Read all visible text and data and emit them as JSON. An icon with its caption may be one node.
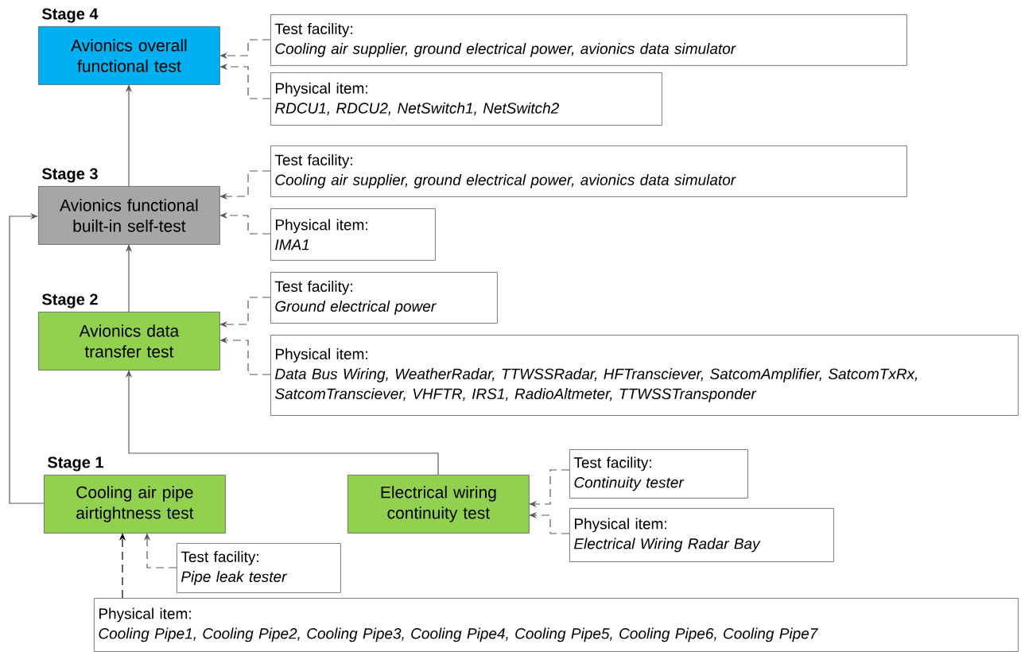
{
  "diagram": {
    "nodes": [
      {
        "text": [
          "Stage 4",
          "Avionics overall functional test"
        ]
      },
      {
        "text": [
          "Test facility:",
          "Cooling air supplier, ground electrical power, avionics data simulator"
        ]
      },
      {
        "text": [
          "Physical item:",
          "RDCU1, RDCU2, NetSwitch1, NetSwitch2"
        ]
      },
      {
        "text": [
          "Stage 3",
          "Avionics functional built-in self-test"
        ]
      },
      {
        "text": [
          "Test facility:",
          "Cooling air supplier, ground electrical power, avionics data simulator"
        ]
      },
      {
        "text": [
          "Physical item:",
          "IMA1"
        ]
      },
      {
        "text": [
          "Stage 2",
          "Avionics data transfer test"
        ]
      },
      {
        "text": [
          "Test facility:",
          "Ground electrical power"
        ]
      },
      {
        "text": [
          "Physical item:",
          "Data Bus Wiring, WeatherRadar, TTWSSRadar, HFTransciever, SatcomAmplifier, SatcomTxRx, SatcomTransciever, VHFTR, IRS1, RadioAltmeter, TTWSSTransponder"
        ]
      },
      {
        "text": [
          "Stage 1",
          "Cooling air pipe airtightness test"
        ]
      },
      {
        "text": [
          "Electrical wiring continuity test"
        ]
      },
      {
        "text": [
          "Test facility:",
          "Continuity tester"
        ]
      },
      {
        "text": [
          "Physical item:",
          "Electrical Wiring Radar Bay"
        ]
      },
      {
        "text": [
          "Test facility:",
          "Pipe leak tester"
        ]
      },
      {
        "text": [
          "Physical item:",
          "Cooling Pipe1, Cooling Pipe2, Cooling Pipe3, Cooling Pipe4, Cooling Pipe5, Cooling Pipe6, Cooling Pipe7"
        ]
      }
    ],
    "edges": [
      {
        "from": 3,
        "to": 0,
        "arrow": "to"
      },
      {
        "from": 6,
        "to": 3,
        "arrow": "to"
      },
      {
        "from": 9,
        "to": 3,
        "arrow": "to"
      },
      {
        "from": 10,
        "to": 6,
        "arrow": "to"
      },
      {
        "from": 1,
        "to": 0,
        "arrow": "to",
        "style": "dashed"
      },
      {
        "from": 2,
        "to": 0,
        "arrow": "to",
        "style": "dashed"
      },
      {
        "from": 4,
        "to": 3,
        "arrow": "to",
        "style": "dashed"
      },
      {
        "from": 5,
        "to": 3,
        "arrow": "to",
        "style": "dashed"
      },
      {
        "from": 7,
        "to": 6,
        "arrow": "to",
        "style": "dashed"
      },
      {
        "from": 8,
        "to": 6,
        "arrow": "to",
        "style": "dashed"
      },
      {
        "from": 11,
        "to": 10,
        "arrow": "to",
        "style": "dashed"
      },
      {
        "from": 12,
        "to": 10,
        "arrow": "to",
        "style": "dashed"
      },
      {
        "from": 13,
        "to": 9,
        "arrow": "to",
        "style": "dashed"
      },
      {
        "from": 14,
        "to": 9,
        "arrow": "to",
        "style": "dashed",
        "color": "#000000"
      }
    ]
  }
}
